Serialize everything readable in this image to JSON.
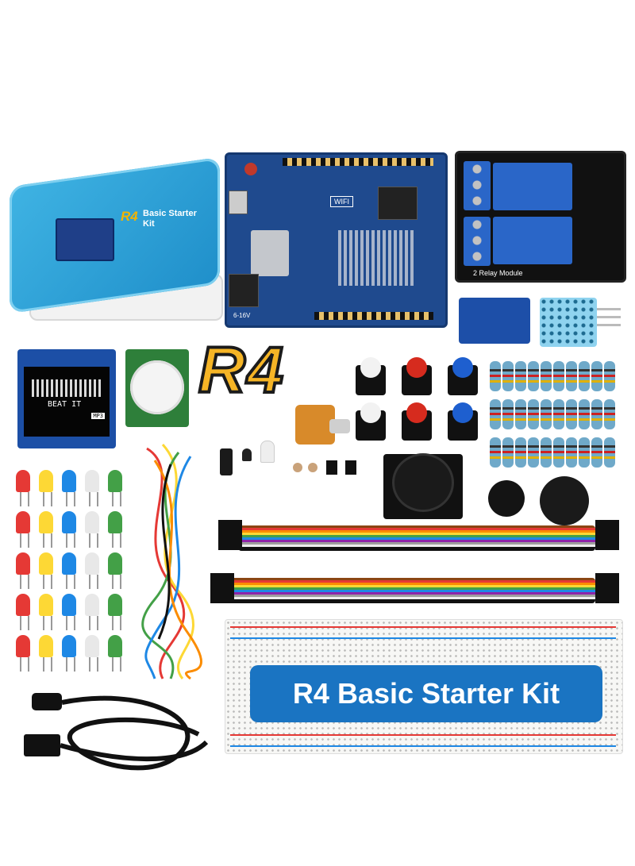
{
  "kit": {
    "box_logo": "R4",
    "box_label": "Basic Starter Kit",
    "big_logo": "R4",
    "banner": "R4 Basic Starter Kit"
  },
  "board": {
    "wifi_label": "WIFI",
    "voltage": "6-16V"
  },
  "relay": {
    "caption": "2 Relay Module"
  },
  "oled": {
    "text": "BEAT IT",
    "tag": "MP3"
  },
  "colors": {
    "buttons": [
      "#f2f2f2",
      "#d62b1e",
      "#1e5fcf"
    ],
    "leds": [
      "#e53935",
      "#fdd835",
      "#1e88e5",
      "#e8e8e8",
      "#43a047"
    ],
    "banner": "#1a74c2",
    "logo": "#f6b526"
  }
}
